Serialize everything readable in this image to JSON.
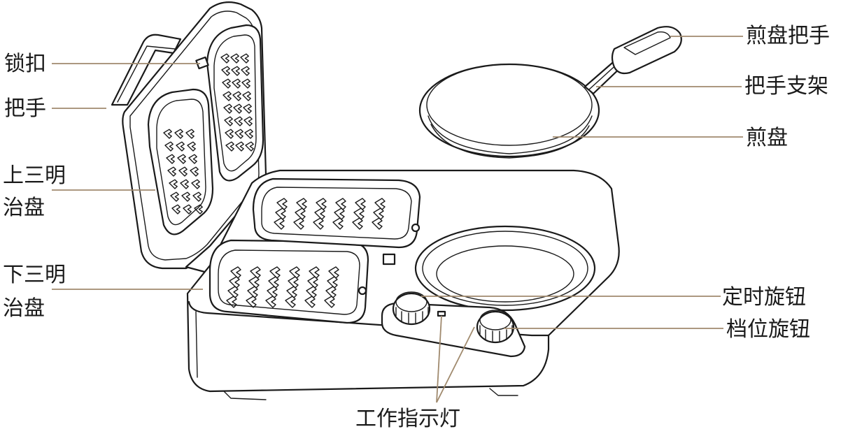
{
  "colors": {
    "leader_line": "#a08a6e",
    "ink": "#1a1a1a",
    "background": "#ffffff"
  },
  "labels": {
    "lock": "锁扣",
    "handle": "把手",
    "upper_plate_1": "上三明",
    "upper_plate_2": "治盘",
    "lower_plate_1": "下三明",
    "lower_plate_2": "治盘",
    "pan_handle": "煎盘把手",
    "handle_bracket": "把手支架",
    "pan": "煎盘",
    "timer_knob": "定时旋钮",
    "level_knob": "档位旋钮",
    "indicator_light": "工作指示灯"
  }
}
